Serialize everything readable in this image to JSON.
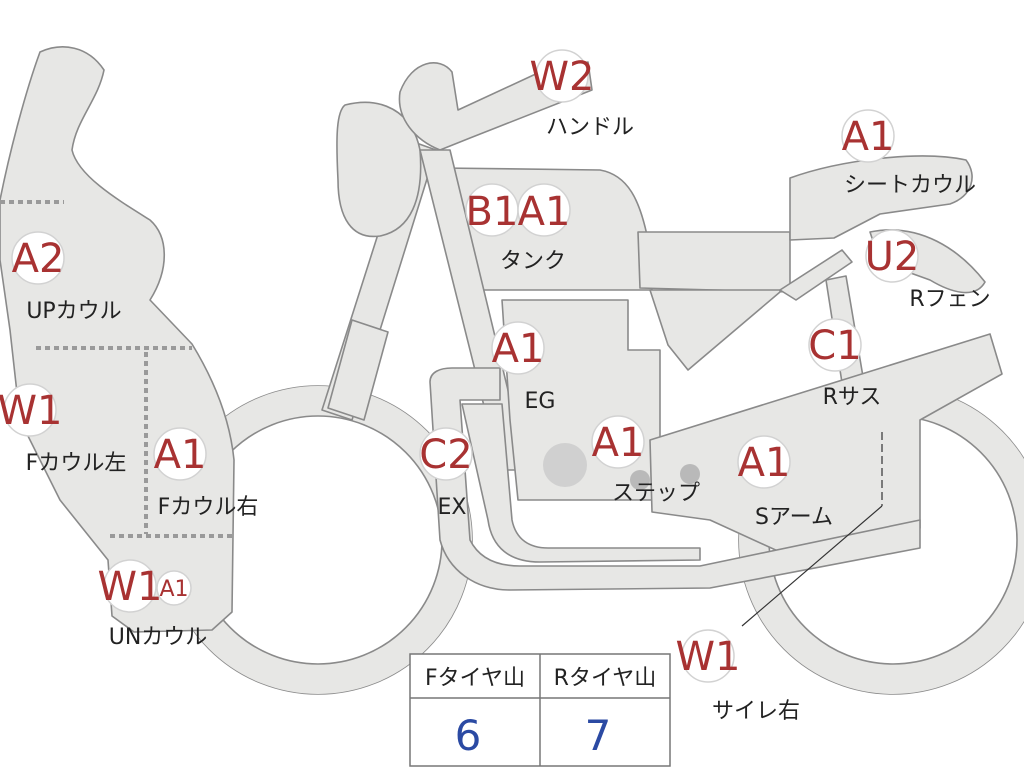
{
  "badges": {
    "w2_handle": "W2",
    "a1_seatcowl": "A1",
    "b1_tank": "B1",
    "a1_tank": "A1",
    "u2_rfender": "U2",
    "a2_upcowl": "A2",
    "a1_eg": "A1",
    "c1_rsus": "C1",
    "w1_fcowl_left": "W1",
    "a1_fcowl_right": "A1",
    "c2_ex": "C2",
    "a1_step": "A1",
    "a1_sarm": "A1",
    "w1_uncowl": "W1",
    "a1_uncowl": "A1",
    "w1_side_right": "W1"
  },
  "labels": {
    "handle": "ハンドル",
    "seatcowl": "シートカウル",
    "tank": "タンク",
    "rfender": "Rフェン",
    "upcowl": "UPカウル",
    "eg": "EG",
    "rsus": "Rサス",
    "fcowl_left": "Fカウル左",
    "fcowl_right": "Fカウル右",
    "ex": "EX",
    "step": "ステップ",
    "sarm": "Sアーム",
    "uncowl": "UNカウル",
    "side_right": "サイレ右"
  },
  "tire_table": {
    "headers": [
      "Fタイヤ山",
      "Rタイヤ山"
    ],
    "values": [
      "6",
      "7"
    ]
  },
  "colors": {
    "badge_text": "#a83232",
    "table_value": "#2b4aa3",
    "part_fill": "#e7e7e5",
    "part_stroke": "#8a8a8a"
  }
}
